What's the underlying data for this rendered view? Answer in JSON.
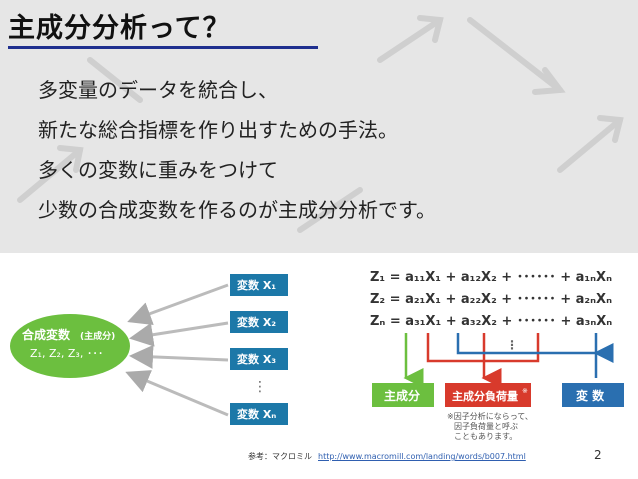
{
  "slide": {
    "title": "主成分分析って？",
    "body_lines": [
      "多変量のデータを統合し、",
      "新たな総合指標を作り出すための手法。",
      "多くの変数に重みをつけて",
      "少数の合成変数を作るのが主成分分析です。"
    ],
    "page_number": "2"
  },
  "figure": {
    "ellipse_title": "合成変数",
    "ellipse_note": "(主成分)",
    "ellipse_sub": "Z₁, Z₂, Z₃, ･･･",
    "variables": [
      "変数 X₁",
      "変数 X₂",
      "変数 X₃",
      "変数 Xₙ"
    ],
    "vdots": "⋮",
    "equations": [
      "Z₁ = a₁₁X₁ + a₁₂X₂ + ･･････ + a₁ₙXₙ",
      "Z₂ = a₂₁X₁ + a₂₂X₂ + ･･････ + a₂ₙXₙ",
      "Zₙ = a₃₁X₁ + a₃₂X₂ + ･･････ + a₃ₙXₙ"
    ],
    "label_pc": "主成分",
    "label_loading": "主成分負荷量",
    "label_loading_mark": "※",
    "label_var": "変 数",
    "note_lines": [
      "※因子分析にならって、",
      "因子負荷量と呼ぶ",
      "こともあります。"
    ]
  },
  "reference": {
    "prefix": "参考：マクロミル",
    "url": "http://www.macromill.com/landing/words/b007.html"
  },
  "colors": {
    "title_underline": "#1f2f8f",
    "ellipse_green": "#6cbf3f",
    "var_box_blue": "#1c78a8",
    "loading_red": "#d83a2c",
    "var_label_blue": "#2a6fb0"
  }
}
